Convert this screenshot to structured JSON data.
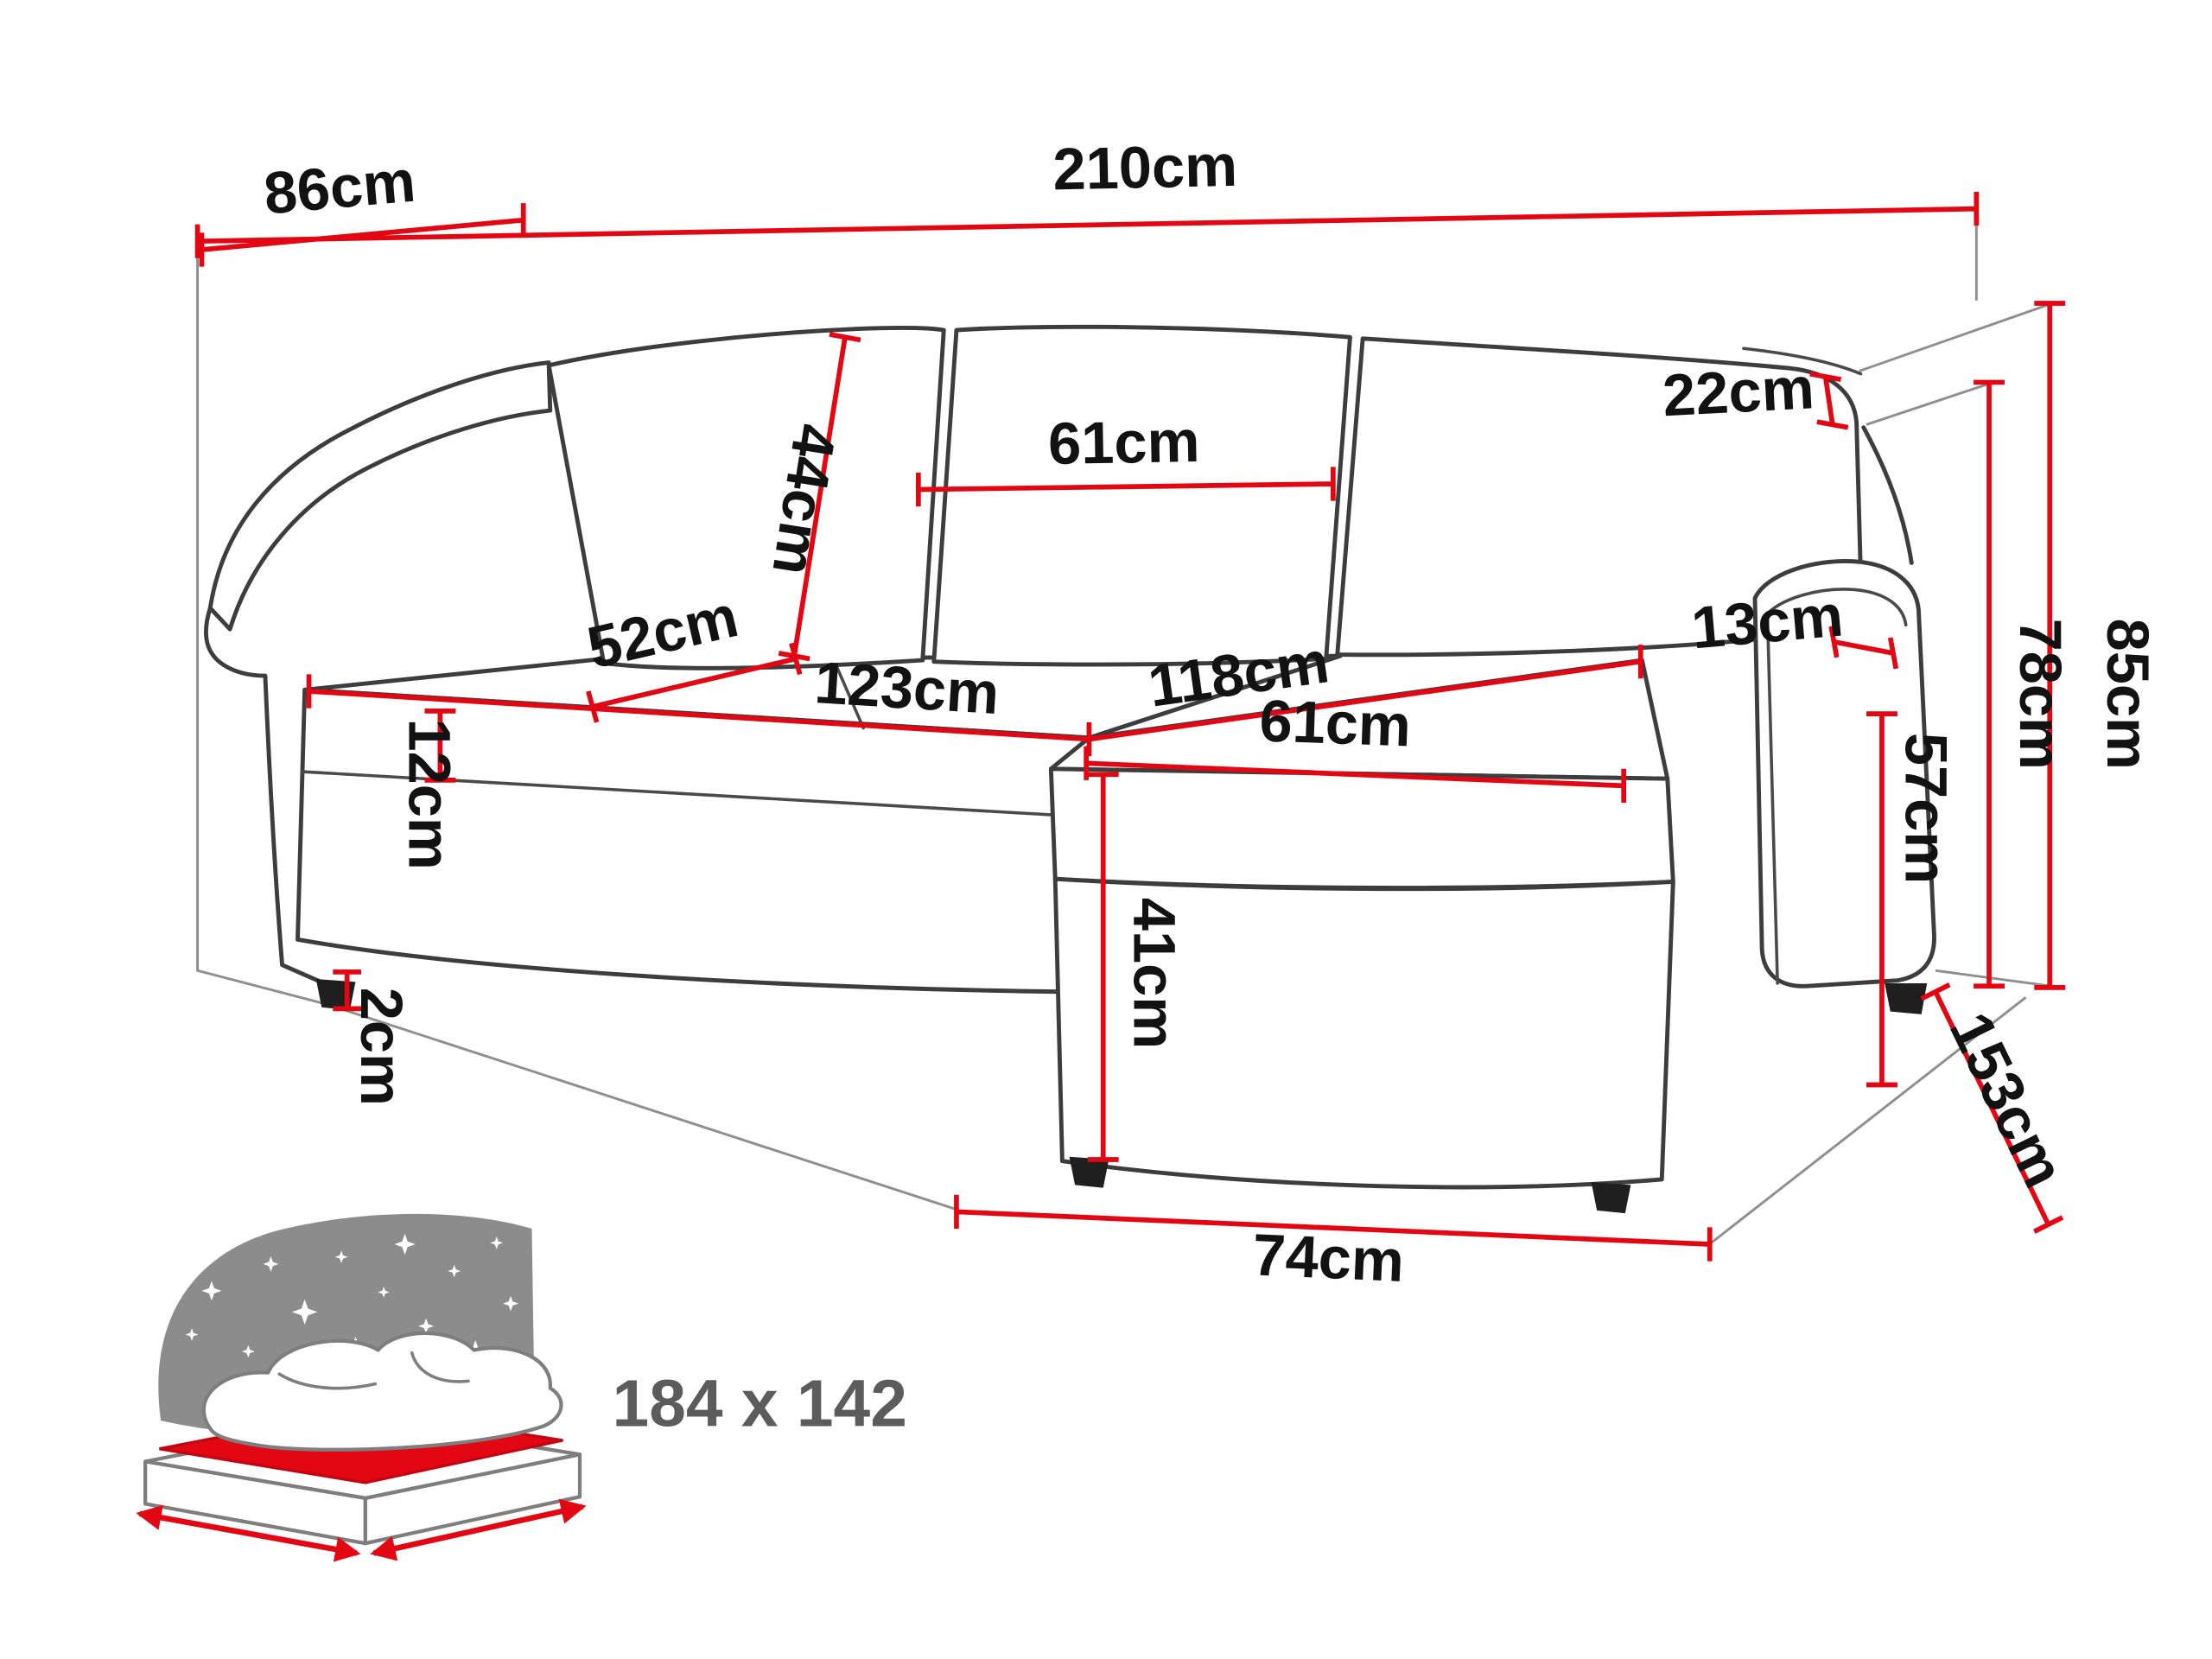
{
  "diagram": {
    "colors": {
      "dimension_red": "#e30613",
      "sofa_outline_gray": "#3d3d3d",
      "guide_gray": "#8f8f8f",
      "label_color": "#121212",
      "bed_icon_gray": "#8c8c8c",
      "bed_text_gray": "#5c5c5c"
    },
    "dimensions": {
      "total_width": "210cm",
      "back_depth": "86cm",
      "backrest_top_thickness": "22cm",
      "back_cushion_height": "44cm",
      "back_cushion_width": "61cm",
      "seat_depth": "52cm",
      "seat_front_width": "123cm",
      "corner_seat_width": "118cm",
      "armrest_top_width": "13cm",
      "seat_cushion_thickness": "12cm",
      "chaise_cushion_width": "61cm",
      "chaise_base_height": "41cm",
      "leg_height": "2cm",
      "armrest_height": "57cm",
      "armrest_back_height": "78cm",
      "total_height": "85cm",
      "chaise_front_width": "74cm",
      "total_depth": "153cm"
    },
    "sleeping_area_label": "184 x 142"
  }
}
